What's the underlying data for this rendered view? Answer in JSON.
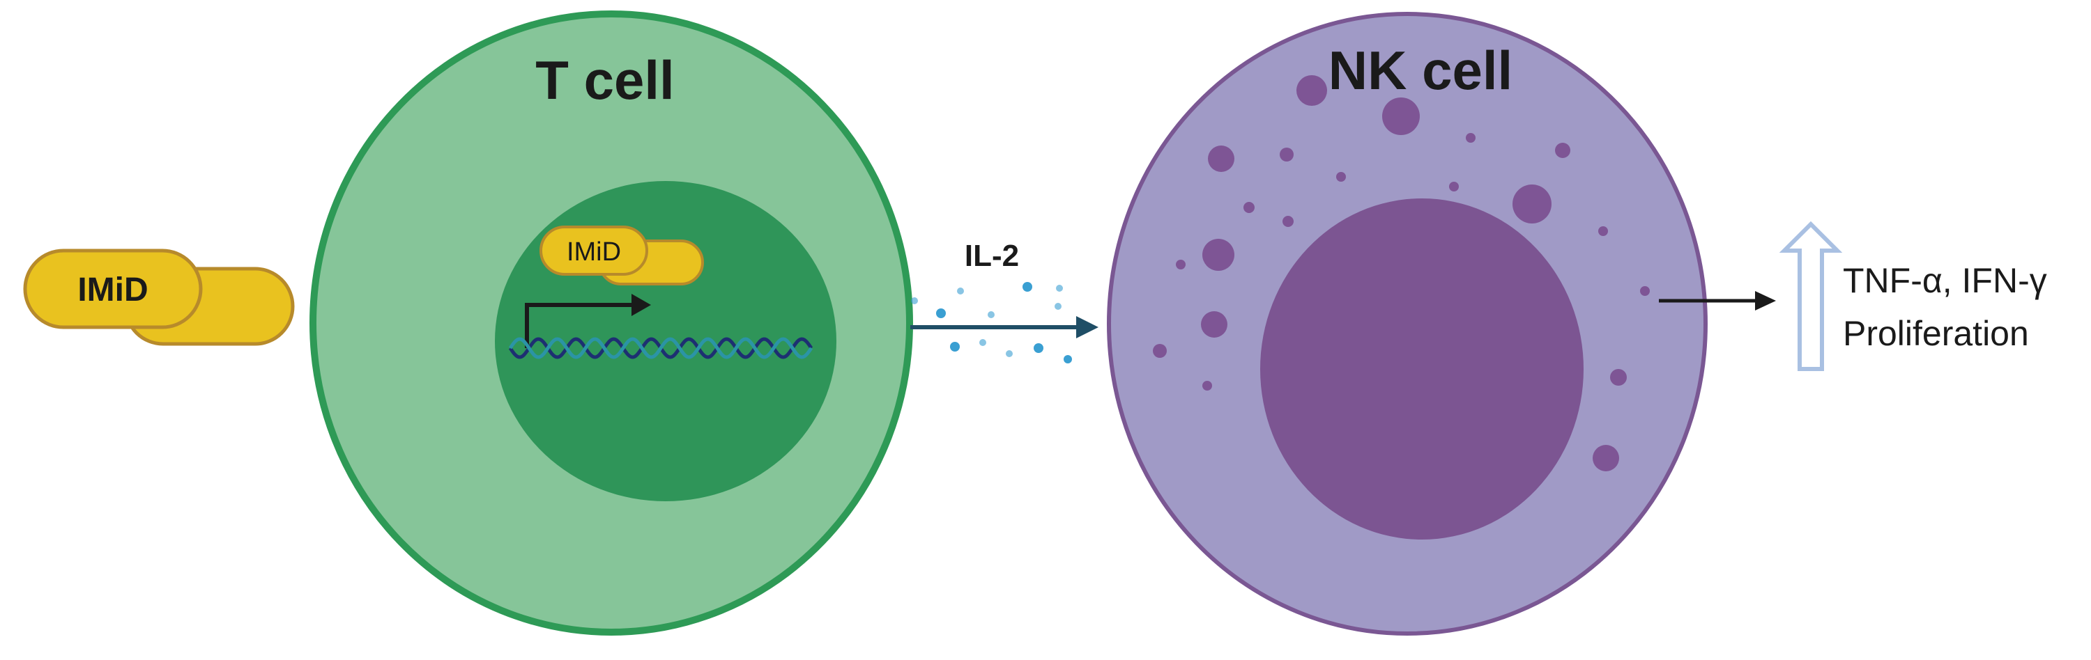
{
  "diagram": {
    "drug_label_outside": "IMiD",
    "drug_label_bound": "IMiD",
    "t_cell_label": "T cell",
    "cytokine_label": "IL-2",
    "nk_cell_label": "NK cell",
    "outcome_line1": "TNF-α, IFN-γ",
    "outcome_line2": "Proliferation"
  },
  "colors": {
    "t_cell_cytoplasm": "#86c599",
    "t_cell_membrane": "#2e9a56",
    "t_cell_nucleus": "#2f9559",
    "nk_cell_cytoplasm": "#a09ac6",
    "nk_cell_membrane": "#7a5793",
    "nk_cell_nucleus": "#7c5592",
    "nk_granules": "#7e5595",
    "drug_fill": "#e9c21f",
    "drug_stroke": "#b78a2b",
    "il2_dots": "#3a9fd2",
    "arrow": "#1f4e66",
    "up_arrow": "#a9c0e2",
    "dna_strand_a": "#1d2f72",
    "dna_strand_b": "#2b94a6"
  },
  "icons": [
    "pill-capsule",
    "transcription-start-arrow",
    "dna-helix",
    "up-arrow"
  ]
}
